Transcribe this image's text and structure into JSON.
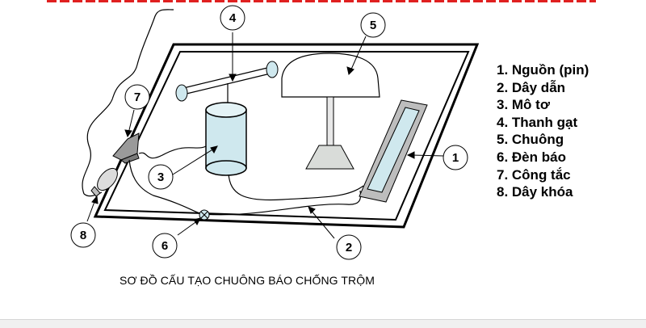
{
  "legend": {
    "items": [
      {
        "num": "1",
        "text": "1. Nguồn (pin)"
      },
      {
        "num": "2",
        "text": "2. Dây dẫn"
      },
      {
        "num": "3",
        "text": "3. Mô tơ"
      },
      {
        "num": "4",
        "text": "4. Thanh gạt"
      },
      {
        "num": "5",
        "text": "5. Chuông"
      },
      {
        "num": "6",
        "text": "6. Đèn báo"
      },
      {
        "num": "7",
        "text": "7. Công tắc"
      },
      {
        "num": "8",
        "text": "8. Dây khóa"
      }
    ]
  },
  "callouts": [
    "1",
    "2",
    "3",
    "4",
    "5",
    "6",
    "7",
    "8"
  ],
  "caption": "SƠ ĐỒ CẤU TẠO CHUÔNG BÁO CHỐNG TRỘM",
  "colors": {
    "fill_light_blue": "#cfe8ee",
    "stroke": "#000000",
    "top_decoration": "#e02020"
  }
}
